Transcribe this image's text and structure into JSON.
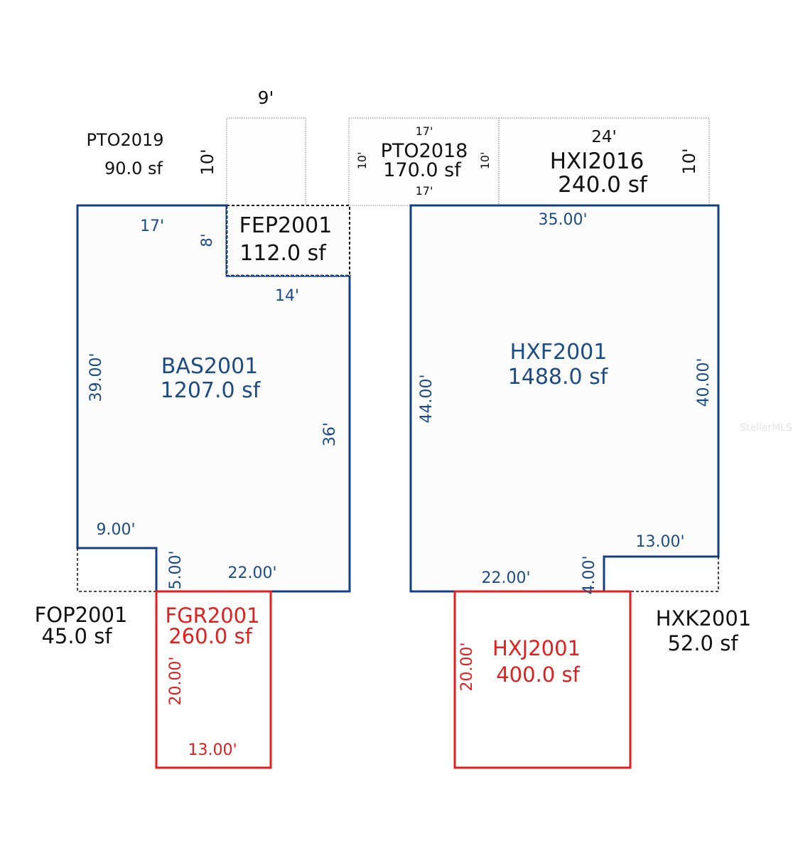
{
  "colors": {
    "living": "#133f86",
    "garage": "#e41e1e",
    "text_blue": "#1d4b86",
    "dotted": "#888888"
  },
  "pto2019": {
    "name": "PTO2019",
    "area": "90.0 sf",
    "top": "9'",
    "side": "10'"
  },
  "pto2018": {
    "name": "PTO2018",
    "area": "170.0 sf",
    "top": "17'",
    "bottom": "17'",
    "left": "10'",
    "right": "10'"
  },
  "hxi2016": {
    "name": "HXI2016",
    "area": "240.0 sf",
    "top": "24'",
    "side": "10'"
  },
  "fep2001": {
    "name": "FEP2001",
    "area": "112.0 sf",
    "side": "8'",
    "bottom": "14'"
  },
  "bas2001": {
    "name": "BAS2001",
    "area": "1207.0 sf",
    "top": "17'",
    "left": "39.00'",
    "right": "36'",
    "notch_top": "9.00'",
    "notch_side": "5.00'",
    "bottom": "22.00'"
  },
  "fop2001": {
    "name": "FOP2001",
    "area": "45.0 sf"
  },
  "fgr2001": {
    "name": "FGR2001",
    "area": "260.0 sf",
    "side": "20.00'",
    "bottom": "13.00'"
  },
  "hxf2001": {
    "name": "HXF2001",
    "area": "1488.0 sf",
    "top": "35.00'",
    "left": "44.00'",
    "right": "40.00'",
    "bottom": "22.00'",
    "notch_side": "4.00'",
    "notch_top": "13.00'"
  },
  "hxj2001": {
    "name": "HXJ2001",
    "area": "400.0 sf",
    "side": "20.00'"
  },
  "hxk2001": {
    "name": "HXK2001",
    "area": "52.0 sf"
  },
  "watermark": "StellarMLS"
}
